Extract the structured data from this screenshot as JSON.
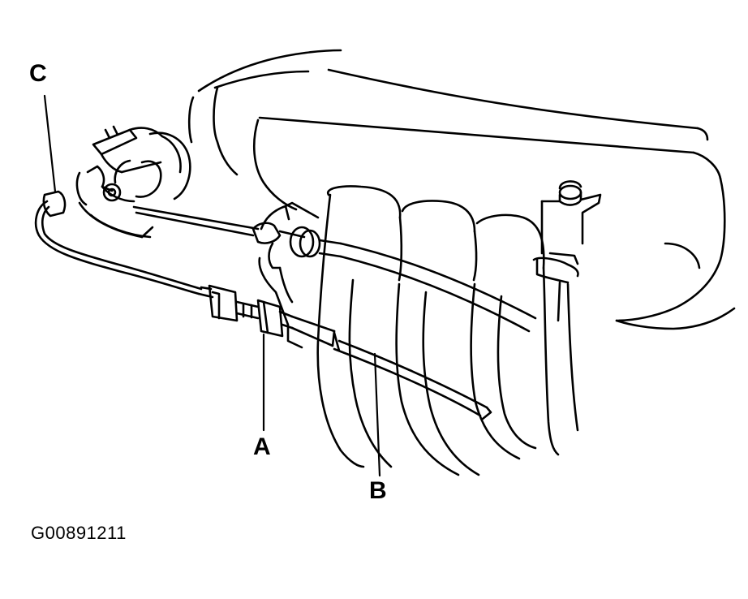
{
  "callouts": {
    "a": "A",
    "b": "B",
    "c": "C"
  },
  "figure_code": "G00891211",
  "colors": {
    "ink": "#000000",
    "paper": "#ffffff"
  }
}
